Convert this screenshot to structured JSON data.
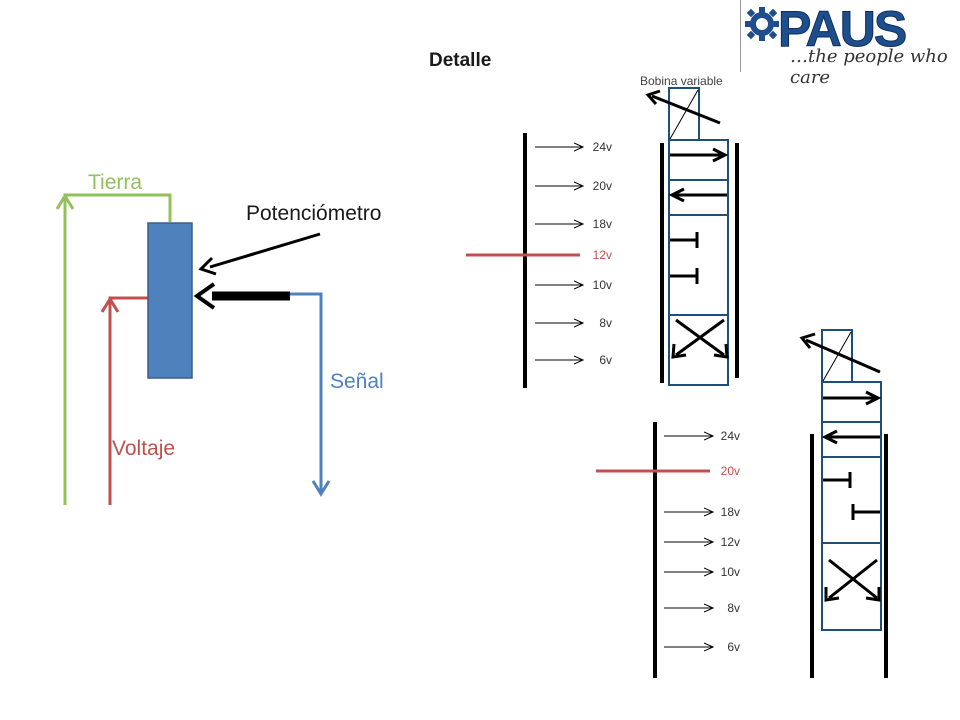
{
  "title": "Detalle",
  "coil_label": "Bobina variable",
  "logo": {
    "name": "PAUS",
    "tagline": "…the people who care"
  },
  "left": {
    "ground_label": "Tierra",
    "pot_label": "Potenciómetro",
    "signal_label": "Señal",
    "voltage_label": "Voltaje"
  },
  "scale_1": {
    "ticks": [
      "24v",
      "20v",
      "18v",
      "12v",
      "10v",
      "8v",
      "6v"
    ],
    "active": "12v"
  },
  "scale_2": {
    "ticks": [
      "24v",
      "20v",
      "18v",
      "12v",
      "10v",
      "8v",
      "6v"
    ],
    "active": "20v"
  },
  "colors": {
    "ground": "#92c05a",
    "signal": "#4f81bd",
    "voltage": "#c0504d",
    "pot_body": "#4f81bd",
    "valve": "#1f4e79",
    "logo": "#1f4e8c"
  }
}
